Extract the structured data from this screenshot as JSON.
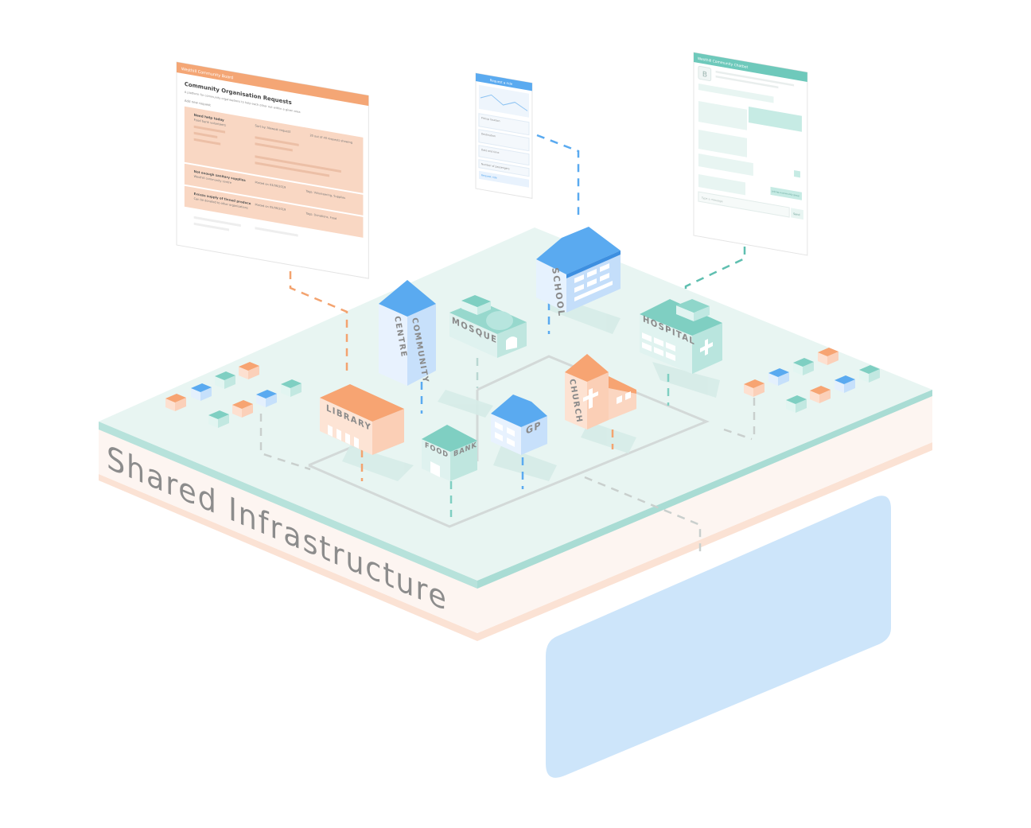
{
  "caption": "Shared Infrastructure",
  "buildings": {
    "library": "LIBRARY",
    "community_a": "COMMUNITY",
    "community_b": "CENTRE",
    "mosque": "MOSQUE",
    "school": "SCHOOL",
    "hospital": "HOSPITAL",
    "church": "CHURCH",
    "gp": "GP",
    "food": "FOOD",
    "bank": "BANK"
  },
  "left_panel": {
    "header": "Westhill Community Board",
    "title": "Community Organisation Requests",
    "subtitle": "A platform for community organisations to help each other out within a given area",
    "filter_label": "Add new request",
    "rows": [
      {
        "name": "Need help today",
        "detail": "Food bank volunteers",
        "meta": "Sort by: Newest request",
        "count": "20 out of 40 requests showing"
      },
      {
        "name": "Not enough sanitary supplies",
        "detail": "Westhill community centre",
        "meta": "Posted on 03/06/2019",
        "tags": "Tags: Volunteering, Supplies"
      },
      {
        "name": "Excess supply of tinned produce",
        "detail": "Can be donated to other organisations",
        "meta": "Posted on 05/06/2019",
        "tags": "Tags: Donations, Food"
      }
    ]
  },
  "middle_panel": {
    "header": "Request a ride",
    "fields": [
      "Pickup location",
      "Destination",
      "Date and time",
      "Number of passengers",
      "Request ride"
    ]
  },
  "right_panel": {
    "header": "Westhill Community Chatbot",
    "avatar": "B",
    "input_placeholder": "Type a message",
    "send": "Send",
    "reply_label": "Joining a community group"
  },
  "colors": {
    "orange": "#f7a472",
    "blue": "#5aaaf0",
    "teal": "#7fcfc2",
    "platform": "#e6f4f1",
    "peach": "#fbe7dc"
  }
}
